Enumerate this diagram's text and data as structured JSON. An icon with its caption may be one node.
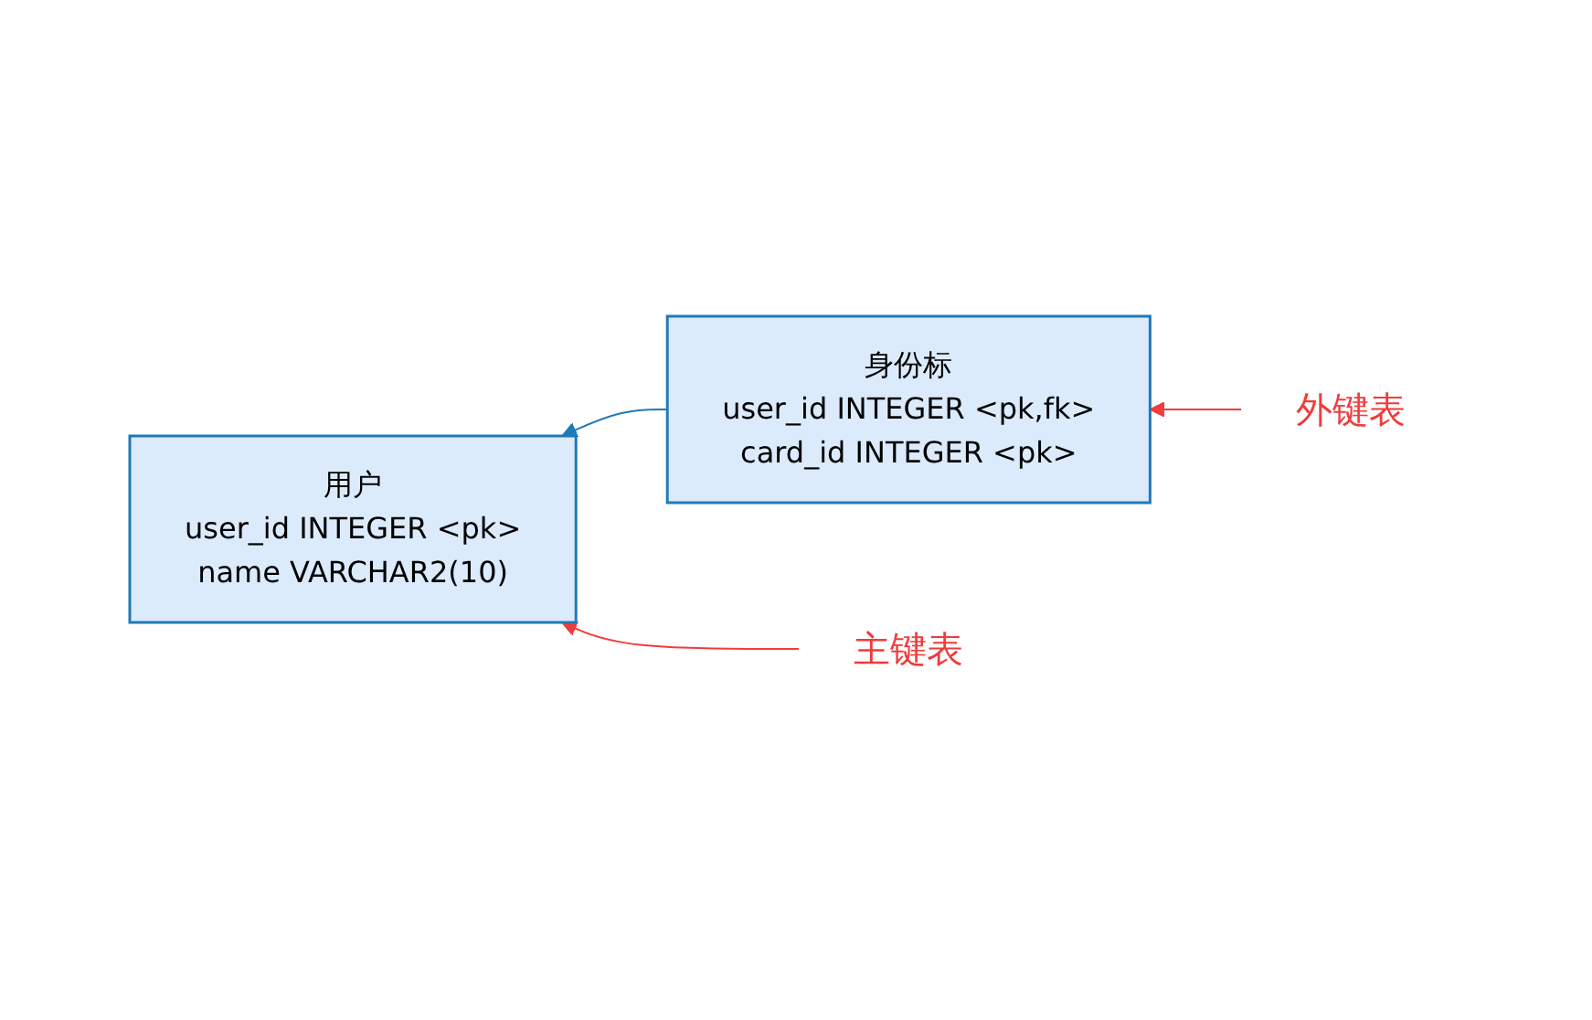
{
  "diagram": {
    "nodes": [
      {
        "text": [
          "用户",
          "user_id INTEGER <pk>",
          "name VARCHAR2(10)"
        ]
      },
      {
        "text": [
          "身份标",
          "user_id INTEGER <pk,fk>",
          "card_id INTEGER <pk>"
        ]
      },
      {
        "text": [
          "主键表"
        ]
      },
      {
        "text": [
          "外键表"
        ]
      }
    ],
    "edges": [
      {
        "from": 1,
        "to": 0,
        "arrow": "to",
        "color": "#1f7ab8"
      },
      {
        "from": 2,
        "to": 0,
        "arrow": "to",
        "color": "#f03c3c"
      },
      {
        "from": 3,
        "to": 1,
        "arrow": "to",
        "color": "#f03c3c"
      }
    ]
  }
}
